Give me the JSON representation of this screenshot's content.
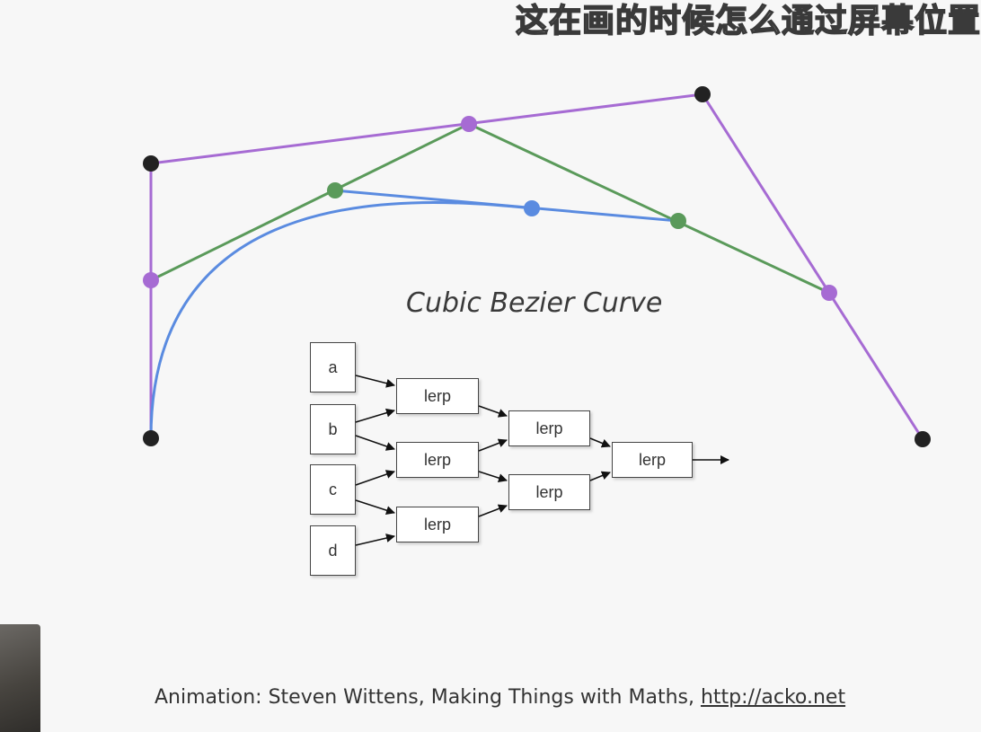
{
  "subtitle": "这在画的时候怎么通过屏幕位置",
  "title": "Cubic Bezier Curve",
  "colors": {
    "control_polygon": "#a66bd3",
    "second_level": "#5a9a5a",
    "third_level": "#5a8be0",
    "curve": "#5a8be0",
    "endpoint": "#222222"
  },
  "inputs": [
    "a",
    "b",
    "c",
    "d"
  ],
  "lerp_levels": [
    [
      "lerp",
      "lerp",
      "lerp"
    ],
    [
      "lerp",
      "lerp"
    ],
    [
      "lerp"
    ]
  ],
  "credit": {
    "text": "Animation: Steven Wittens, Making Things with Maths, ",
    "link": "http://acko.net"
  }
}
